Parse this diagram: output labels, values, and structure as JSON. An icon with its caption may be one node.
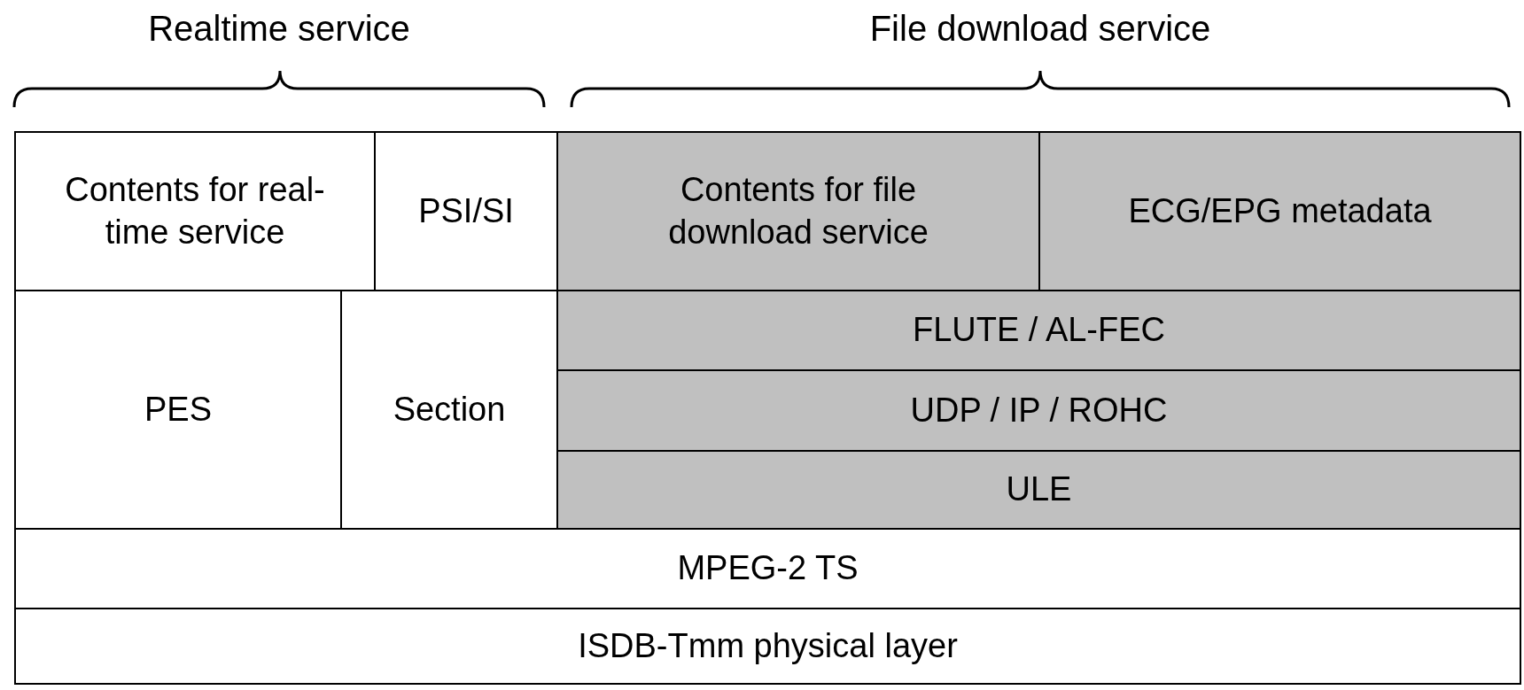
{
  "diagram": {
    "nodes": [
      {
        "text": [
          "Contents for real-time service"
        ]
      },
      {
        "text": [
          "PSI/SI"
        ]
      },
      {
        "text": [
          "Contents for file download service"
        ]
      },
      {
        "text": [
          "ECG/EPG metadata"
        ]
      },
      {
        "text": [
          "PES"
        ]
      },
      {
        "text": [
          "Section"
        ]
      },
      {
        "text": [
          "FLUTE / AL-FEC"
        ]
      },
      {
        "text": [
          "UDP / IP / ROHC"
        ]
      },
      {
        "text": [
          "ULE"
        ]
      },
      {
        "text": [
          "MPEG-2 TS"
        ]
      },
      {
        "text": [
          "ISDB-Tmm physical layer"
        ]
      }
    ],
    "labels": [
      "Realtime service",
      "File download service"
    ]
  }
}
